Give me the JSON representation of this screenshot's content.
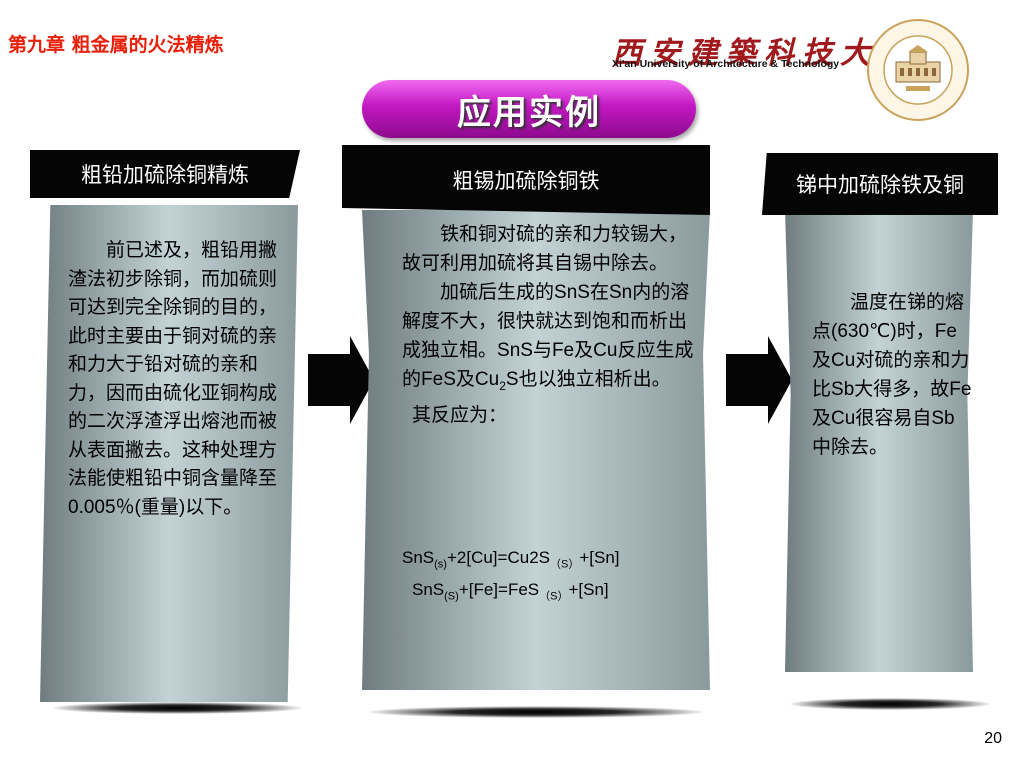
{
  "chapter_title": "第九章 粗金属的火法精炼",
  "university": {
    "name_cn": "西安建築科技大學",
    "name_en": "Xi'an University of  Architecture & Technology"
  },
  "slide_title": "应用实例",
  "colors": {
    "title_red": "#e8200a",
    "pill_magenta": "#c218c2",
    "header_black": "#050505",
    "panel_gray": "#a9b8bb"
  },
  "panels": [
    {
      "header": "粗铅加硫除铜精炼",
      "text": "前已述及，粗铅用撇渣法初步除铜，而加硫则可达到完全除铜的目的，此时主要由于铜对硫的亲和力大于铅对硫的亲和力，因而由硫化亚铜构成的二次浮渣浮出熔池而被从表面撇去。这种处理方法能使粗铅中铜含量降至",
      "text_end": "0.005％(重量)以下。"
    },
    {
      "header": "粗锡加硫除铜铁",
      "p1": "铁和铜对硫的亲和力较锡大，故可利用加硫将其自锡中除去。",
      "p2": {
        "a": "加硫后生成的",
        "b": "SnS",
        "c": "在",
        "d": "Sn",
        "e": "内的溶解度不大，很快就达到饱和而析出成独立相。",
        "f": "SnS",
        "g": "与",
        "h": "Fe",
        "i": "及",
        "j": "Cu",
        "k": "反应生成的",
        "l": "FeS",
        "m": "及",
        "n": "Cu",
        "n_sub": "2",
        "o": "S",
        "p": "也以独立相析出。"
      },
      "p3": "其反应为：",
      "eq1": {
        "a": "SnS",
        "a_sub": "(s)",
        "b": "+2[Cu]=Cu2S",
        "c_sub": "（S）",
        "d": "+[Sn]"
      },
      "eq2": {
        "a": "SnS",
        "a_sub": "(S)",
        "b": "+[Fe]=FeS",
        "c_sub": "（S）",
        "d": "+[Sn]"
      }
    },
    {
      "header": "锑中加硫除铁及铜",
      "t": {
        "a": "温度在锑的熔点",
        "b": "(630℃)",
        "c": "时，",
        "d": "Fe",
        "e": "及",
        "f": "Cu",
        "g": "对硫的亲和力比",
        "h": "Sb",
        "i": "大得多，故",
        "j": "Fe",
        "k": "及",
        "l": "Cu",
        "m": "很容易自",
        "n": "Sb",
        "o": "中除去。"
      }
    }
  ],
  "page_number": "20"
}
